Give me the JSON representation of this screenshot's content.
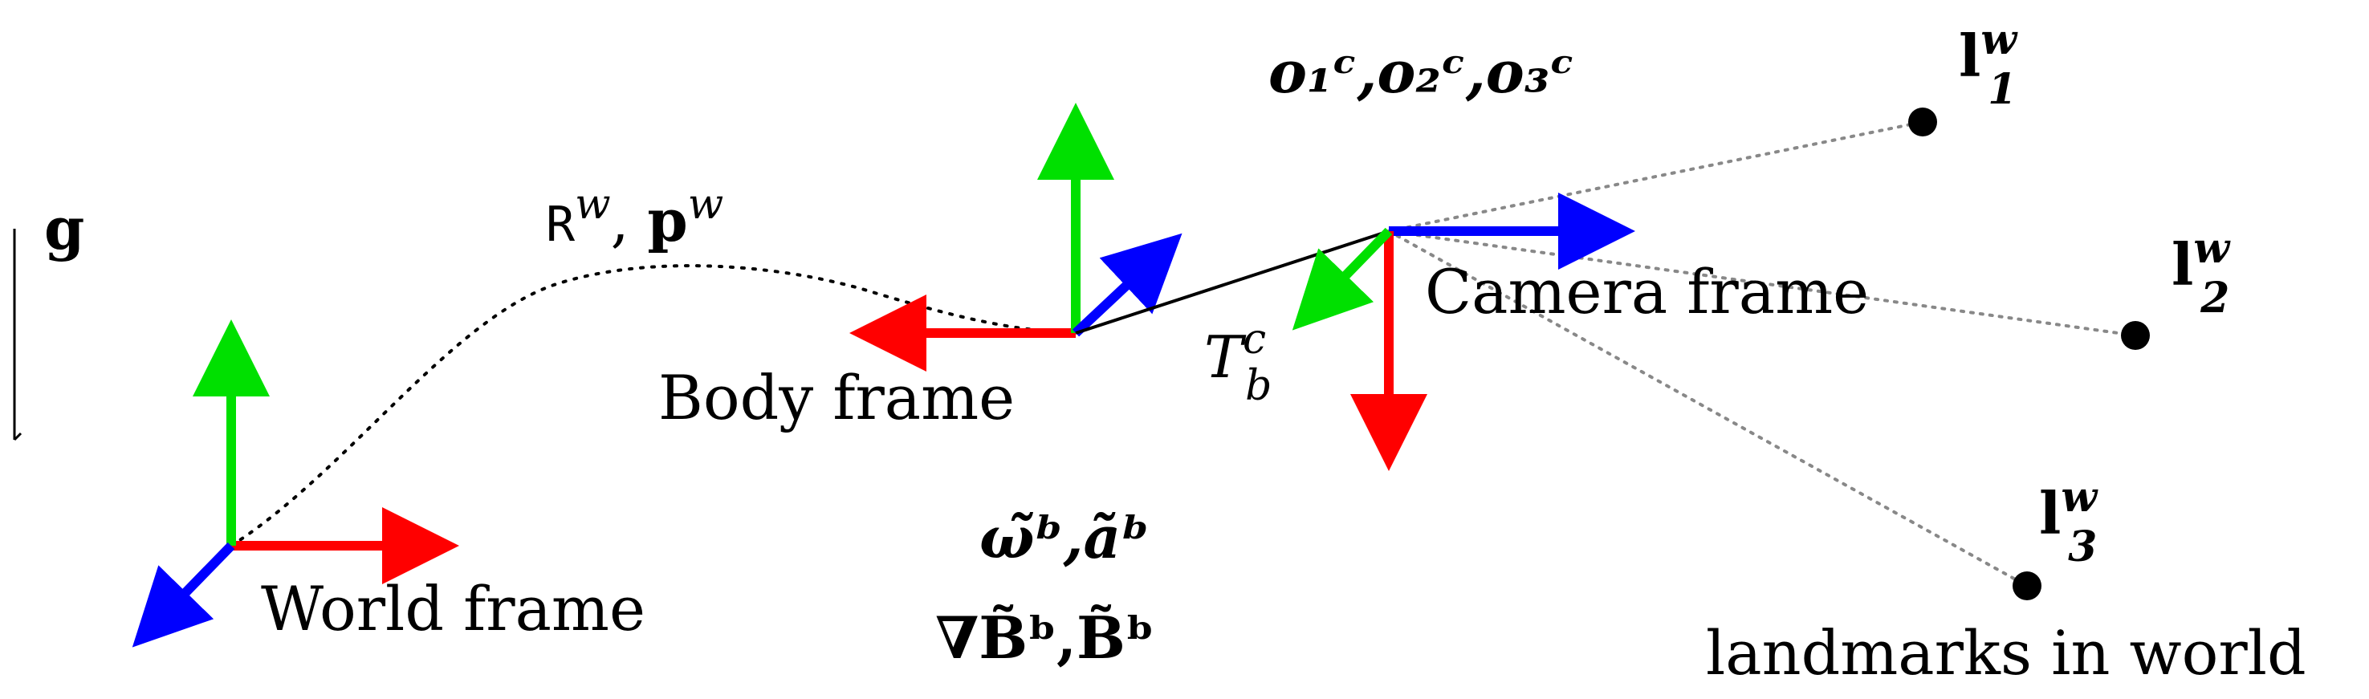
{
  "colors": {
    "x_axis": "#ff0000",
    "y_axis": "#00e000",
    "z_axis": "#0000ff",
    "trajectory": "#000000",
    "sight_lines": "#888888",
    "points": "#000000"
  },
  "labels": {
    "gravity": "g",
    "world_frame": "World frame",
    "body_frame": "Body frame",
    "camera_frame": "Camera frame",
    "landmarks": "landmarks in world",
    "pose_rotation": "R",
    "pose_rotation_sup": "w",
    "pose_position": "p",
    "pose_position_sup": "w",
    "extrinsic_main": "T",
    "extrinsic_sup": "c",
    "extrinsic_sub": "b",
    "imu_line1": "ω̃ᵇ,ãᵇ",
    "imu_line2": "∇B̃ᵇ,B̃ᵇ",
    "observations": "o₁ᶜ,o₂ᶜ,o₃ᶜ",
    "landmark_1_main": "l",
    "landmark_1_sub": "1",
    "landmark_1_sup": "w",
    "landmark_2_main": "l",
    "landmark_2_sub": "2",
    "landmark_2_sup": "w",
    "landmark_3_main": "l",
    "landmark_3_sub": "3",
    "landmark_3_sup": "w"
  }
}
